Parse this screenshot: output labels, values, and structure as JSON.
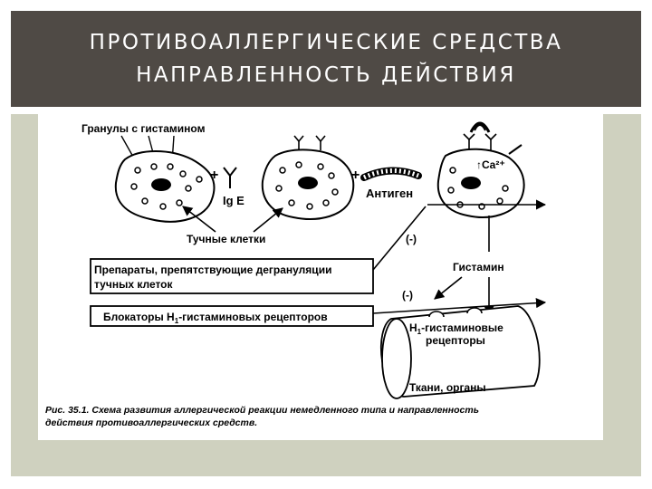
{
  "header": {
    "line1": "ПРОТИВОАЛЛЕРГИЧЕСКИЕ СРЕДСТВА",
    "line2": "НАПРАВЛЕННОСТЬ ДЕЙСТВИЯ"
  },
  "diagram": {
    "granules_label": "Гранулы с гистамином",
    "plus1": "+",
    "plus2": "+",
    "ige_label": "Ig E",
    "antigen_label": "Антиген",
    "calcium_label": "↑Ca²⁺",
    "mast_cells_label": "Тучные клетки",
    "inhibit1": "(-)",
    "inhibit2": "(-)",
    "histamine_label": "Гистамин",
    "box1_line1": "Препараты, препятствующие дегрануляции",
    "box1_line2": "тучных клеток",
    "box2_pre": "Блокаторы H",
    "box2_sub": "1",
    "box2_post": "-гистаминовых рецепторов",
    "receptor_pre": "H",
    "receptor_sub": "1",
    "receptor_post": "-гистаминовые",
    "receptor_line2": "рецепторы",
    "tissue_label": "Ткани, органы"
  },
  "caption": {
    "line1": "Рис. 35.1. Схема развития аллергической реакции немедленного типа и направленность",
    "line2": "действия противоаллергических средств."
  }
}
